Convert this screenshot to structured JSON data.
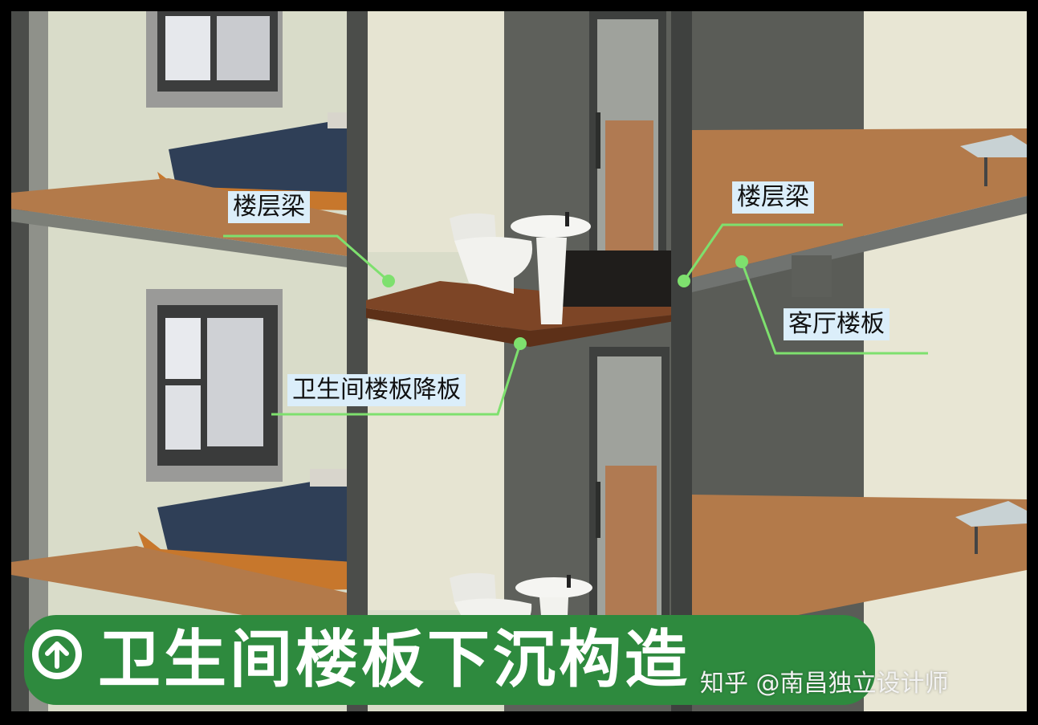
{
  "labels": {
    "beam_left": "楼层梁",
    "beam_right": "楼层梁",
    "living_room_slab": "客厅楼板",
    "bathroom_sunken_slab": "卫生间楼板降板"
  },
  "banner": {
    "title": "卫生间楼板下沉构造",
    "icon": "arrow-up-circle-icon"
  },
  "watermark": "知乎 @南昌独立设计师",
  "colors": {
    "callout_line": "#7ee06e",
    "callout_bg": "#dbeefa",
    "banner_green": "#2e8a3e"
  }
}
